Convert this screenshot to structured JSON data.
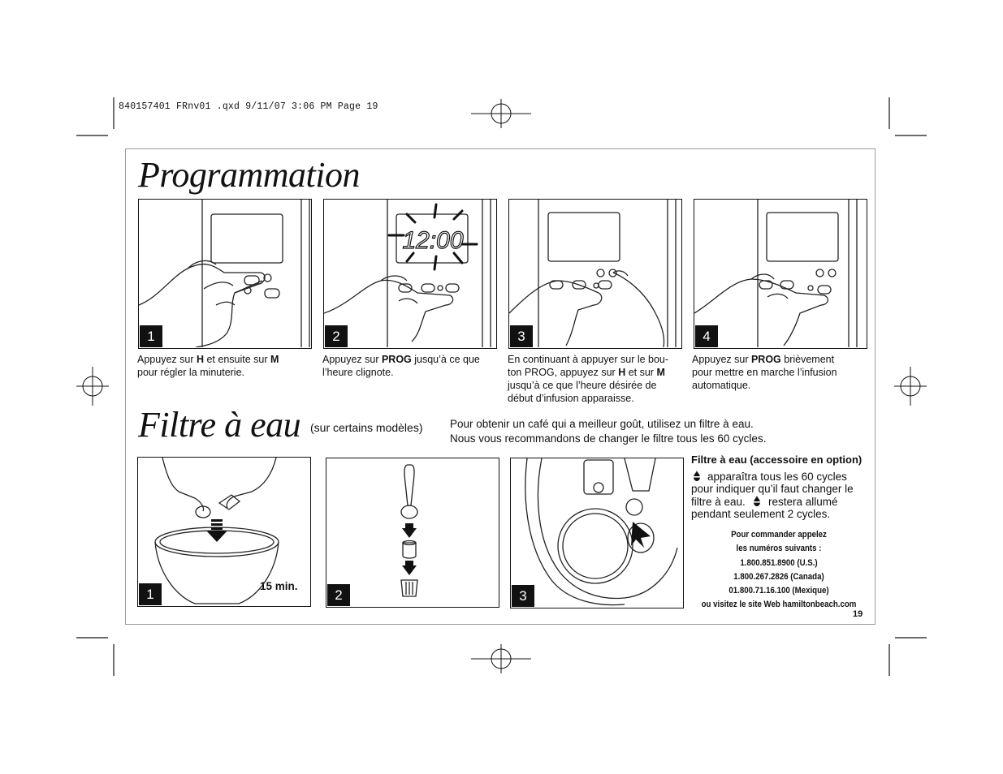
{
  "slug": "840157401 FRnv01 .qxd  9/11/07  3:06 PM  Page 19",
  "programmation": {
    "title": "Programmation",
    "steps": [
      {
        "number": "1",
        "caption": [
          {
            "t": "Appuyez sur "
          },
          {
            "b": "H"
          },
          {
            "t": " et ensuite sur "
          },
          {
            "b": "M"
          },
          {
            "br": true
          },
          {
            "t": "pour régler la minuterie."
          }
        ]
      },
      {
        "number": "2",
        "caption": [
          {
            "t": "Appuyez sur "
          },
          {
            "b": "PROG"
          },
          {
            "t": " jusqu’à ce que"
          },
          {
            "br": true
          },
          {
            "t": "l’heure clignote."
          }
        ],
        "display_text": "12:00"
      },
      {
        "number": "3",
        "caption": [
          {
            "t": "En continuant à appuyer sur le bou-"
          },
          {
            "br": true
          },
          {
            "t": "ton PROG, appuyez sur "
          },
          {
            "b": "H"
          },
          {
            "t": " et sur "
          },
          {
            "b": "M"
          },
          {
            "br": true
          },
          {
            "t": "jusqu’à ce que l’heure désirée de"
          },
          {
            "br": true
          },
          {
            "t": "début d’infusion apparaisse."
          }
        ]
      },
      {
        "number": "4",
        "caption": [
          {
            "t": "Appuyez sur "
          },
          {
            "b": "PROG"
          },
          {
            "t": " brièvement"
          },
          {
            "br": true
          },
          {
            "t": "pour mettre en marche l’infusion"
          },
          {
            "br": true
          },
          {
            "t": "automatique."
          }
        ]
      }
    ]
  },
  "filtre": {
    "title": "Filtre à eau",
    "subtitle": "(sur certains modèles)",
    "intro_line1": "Pour obtenir un café qui a meilleur goût, utilisez un filtre à eau.",
    "intro_line2": "Nous vous recommandons de changer le filtre tous les 60 cycles.",
    "steps": [
      {
        "number": "1",
        "label": "15 min."
      },
      {
        "number": "2"
      },
      {
        "number": "3"
      }
    ],
    "side_title": "Filtre à eau (accessoire en option)",
    "side_lines": [
      "apparaîtra tous les 60 cycles",
      "pour indiquer qu’il faut changer le",
      "filtre à eau.",
      "restera allumé",
      "pendant seulement 2 cycles."
    ],
    "order_lines": [
      "Pour commander appelez",
      "les numéros suivants :",
      "1.800.851.8900 (U.S.)",
      "1.800.267.2826 (Canada)",
      "01.800.71.16.100 (Mexique)",
      "ou visitez le site Web hamiltonbeach.com"
    ]
  },
  "page_number": "19",
  "icons": {
    "filter_indicator": "water-drop-filter-icon"
  }
}
